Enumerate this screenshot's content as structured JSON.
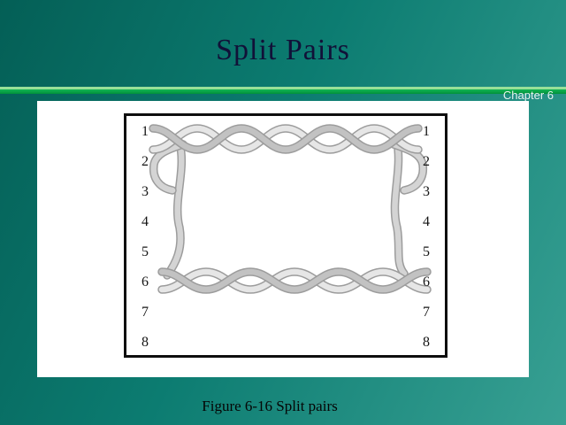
{
  "slide": {
    "title": "Split Pairs",
    "chapter_label": "Chapter 6",
    "caption": "Figure 6-16 Split pairs",
    "colors": {
      "background_teal_dark": "#045f56",
      "background_teal_light": "#38a093",
      "divider_green": "#00a344",
      "divider_light_green": "#98e098",
      "title_text": "#111138",
      "chapter_text": "#e6f3ef"
    }
  },
  "figure": {
    "left_pins": [
      "1",
      "2",
      "3",
      "4",
      "5",
      "6",
      "7",
      "8"
    ],
    "right_pins": [
      "1",
      "2",
      "3",
      "4",
      "5",
      "6",
      "7",
      "8"
    ],
    "wire_colors": {
      "wire_dark": "#c2c2c2",
      "wire_light": "#e6e6e6",
      "wire_mid": "#d4d4d4",
      "outline": "#9c9c9c"
    }
  }
}
